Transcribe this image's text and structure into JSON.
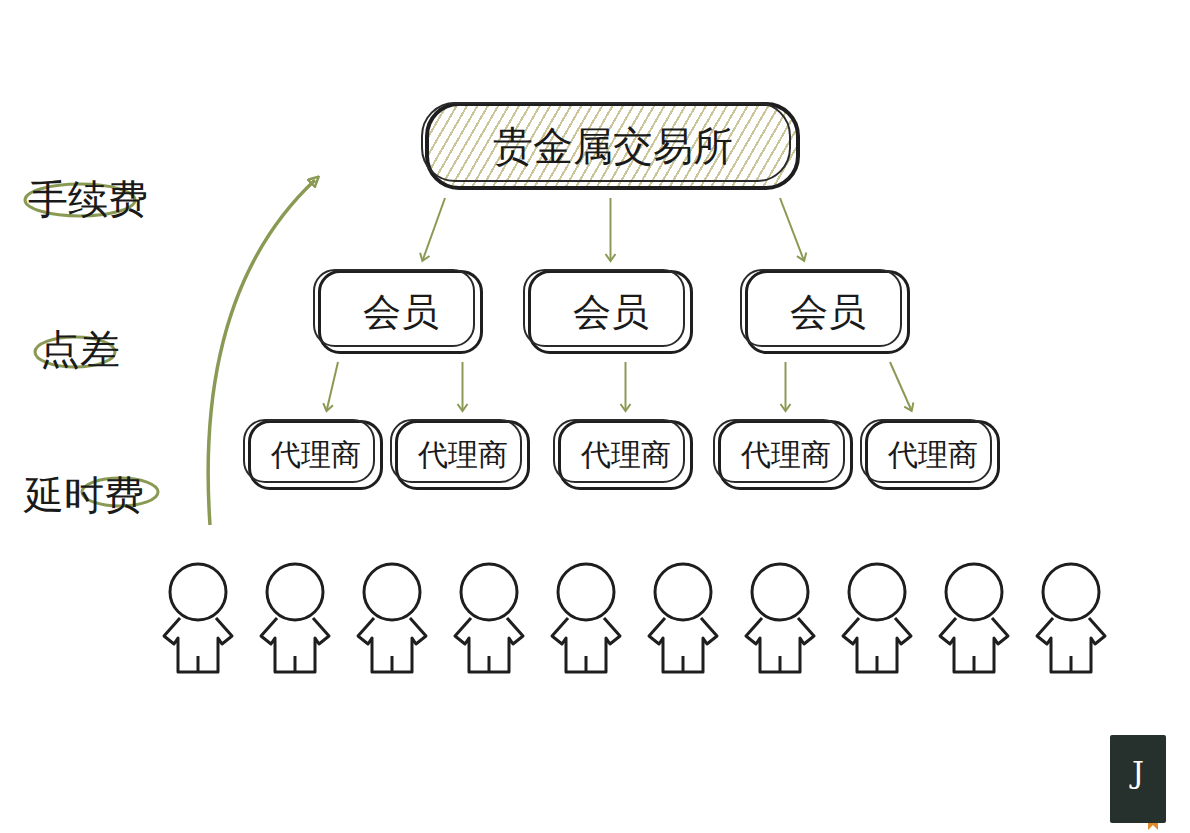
{
  "diagram": {
    "nodes": [
      {
        "text": [
          "贵金属交易所"
        ]
      },
      {
        "text": [
          "会员"
        ]
      },
      {
        "text": [
          "会员"
        ]
      },
      {
        "text": [
          "会员"
        ]
      },
      {
        "text": [
          "代理商"
        ]
      },
      {
        "text": [
          "代理商"
        ]
      },
      {
        "text": [
          "代理商"
        ]
      },
      {
        "text": [
          "代理商"
        ]
      },
      {
        "text": [
          "代理商"
        ]
      }
    ],
    "edges": [
      {
        "from": 0,
        "to": 1,
        "arrow": "to"
      },
      {
        "from": 0,
        "to": 2,
        "arrow": "to"
      },
      {
        "from": 0,
        "to": 3,
        "arrow": "to"
      },
      {
        "from": 1,
        "to": 4,
        "arrow": "to"
      },
      {
        "from": 1,
        "to": 5,
        "arrow": "to"
      },
      {
        "from": 2,
        "to": 6,
        "arrow": "to"
      },
      {
        "from": 3,
        "to": 7,
        "arrow": "to"
      },
      {
        "from": 3,
        "to": 8,
        "arrow": "to"
      }
    ],
    "labels": [
      "手续费",
      "点差",
      "延时费",
      "J"
    ]
  }
}
